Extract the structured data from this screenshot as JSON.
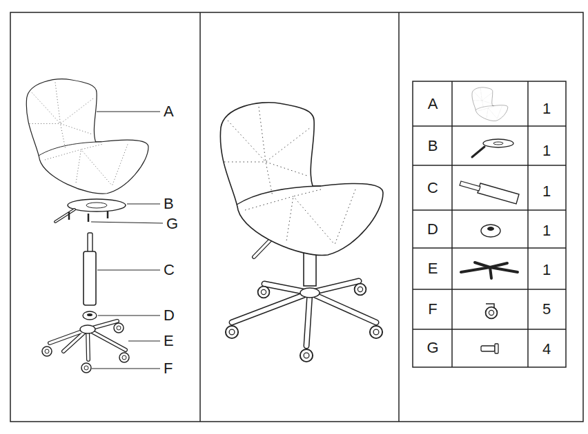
{
  "diagram": {
    "labels": [
      "A",
      "B",
      "G",
      "C",
      "D",
      "E",
      "F",
      "A",
      "1",
      "B",
      "1",
      "C",
      "1",
      "D",
      "1",
      "E",
      "1",
      "F",
      "5",
      "G",
      "4"
    ]
  }
}
